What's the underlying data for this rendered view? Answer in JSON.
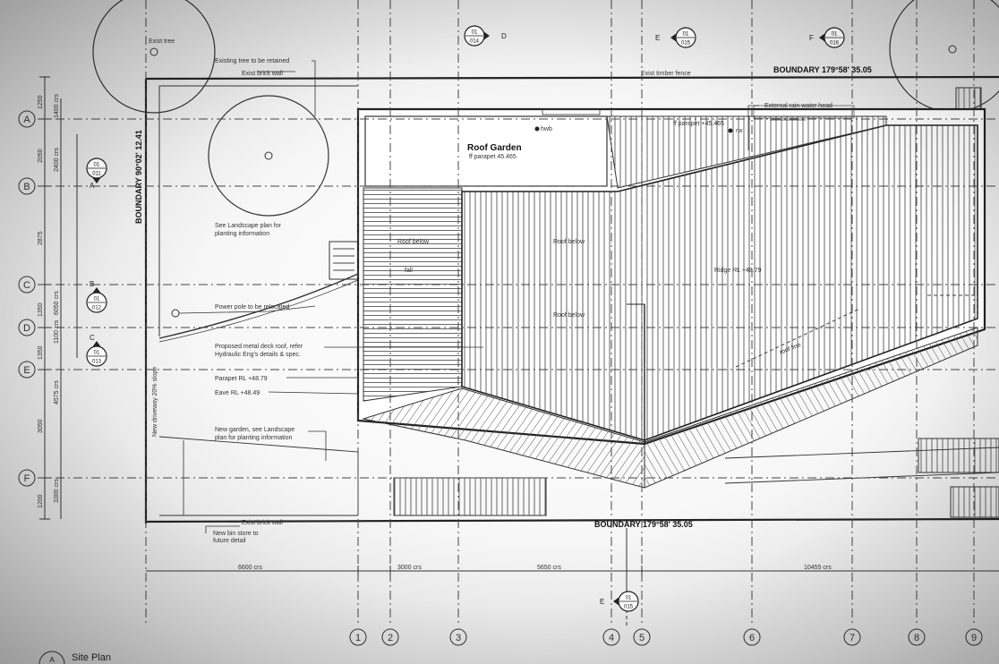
{
  "title": "Site Plan",
  "title_bubble": "A",
  "grid": {
    "columns": [
      "1",
      "2",
      "3",
      "4",
      "5",
      "6",
      "7",
      "8",
      "9"
    ],
    "rows": [
      "A",
      "B",
      "C",
      "D",
      "E",
      "F"
    ]
  },
  "boundary": {
    "top": "BOUNDARY  179°58'    35.05",
    "bottom": "BOUNDARY  179°58'    35.05",
    "left": "BOUNDARY  90°02'    12.41"
  },
  "roof_garden": {
    "title": "Roof Garden",
    "sub": "ff parapet 45.465"
  },
  "annotations": {
    "exist_tree": "Exist tree",
    "tree_retained": "Existing tree to be retained",
    "front_brick_wall": "Exist brick wall",
    "exist_timber_fence": "Exist timber fence",
    "landscape_note_1": "See Landscape plan for",
    "landscape_note_2": "planting information",
    "power_pole": "Power pole to be relocated",
    "metal_deck_1": "Proposed metal deck roof, refer",
    "metal_deck_2": "Hydraulic Eng's details & spec.",
    "parapet": "Parapet RL +48.79",
    "eave": "Eave RL +48.49",
    "garden_1": "New garden, see Landscape",
    "garden_2": "plan for planting information",
    "brick_wall_bottom": "Exist brick wall",
    "bin_store_1": "New bin store to",
    "bin_store_2": "future detail",
    "ext_rain_water_head": "External rain water head",
    "ff_parapet_right": "ff parapet +45.465",
    "ridge": "Ridge RL +48.79",
    "roof_line": "roof line",
    "new_driveway": "New driveway 20% slope",
    "roof_below_1": "Roof below",
    "roof_below_2": "Roof below",
    "roof_below_3": "Roof below",
    "fall": "fall",
    "hwb": "hwb",
    "rw": "rw"
  },
  "dimensions": {
    "bottom": [
      "6600 crs",
      "3000 crs",
      "5650 crs",
      "10455 crs"
    ],
    "left_outer": [
      "1250",
      "2050",
      "2875",
      "1350",
      "1350",
      "3050",
      "1200"
    ],
    "left_inner": [
      "1400 crs",
      "2400 crs",
      "6050 crs",
      "1100 crs",
      "4575 crs",
      "3300 crs"
    ]
  },
  "section_markers": {
    "top": [
      {
        "letter": "D",
        "num": "01",
        "sheet": "014"
      },
      {
        "letter": "E",
        "num": "01",
        "sheet": "015"
      },
      {
        "letter": "F",
        "num": "01",
        "sheet": "016"
      }
    ],
    "left": [
      {
        "letter": "A",
        "num": "01",
        "sheet": "011"
      },
      {
        "letter": "B",
        "num": "01",
        "sheet": "012"
      },
      {
        "letter": "C",
        "num": "01",
        "sheet": "013"
      }
    ],
    "bottom": {
      "letter": "E",
      "num": "01",
      "sheet": "015"
    }
  }
}
